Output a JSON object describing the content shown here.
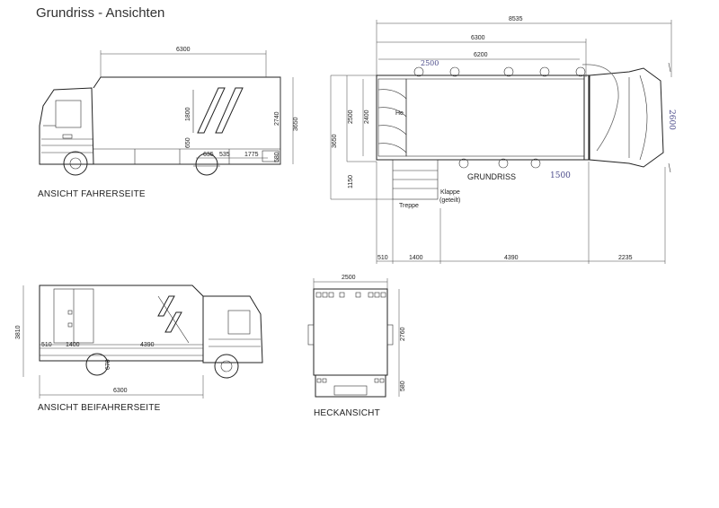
{
  "title": "Grundriss - Ansichten",
  "views": {
    "driver_side": {
      "caption": "ANSICHT FAHRERSEITE",
      "dims": {
        "length": "6300",
        "h1": "1800",
        "h2": "650",
        "h3": "2740",
        "h4": "3650",
        "d1": "635",
        "d2": "535",
        "d3": "1775",
        "d4": "580"
      }
    },
    "passenger_side": {
      "caption": "ANSICHT BEIFAHRERSEITE",
      "dims": {
        "height": "3810",
        "d1": "510",
        "d2": "1400",
        "d3": "4390",
        "d4": "670",
        "length": "6300"
      }
    },
    "rear": {
      "caption": "HECKANSICHT",
      "dims": {
        "width": "2500",
        "height": "2760",
        "bottom": "580"
      }
    },
    "plan": {
      "caption": "GRUNDRISS",
      "dims": {
        "total": "8535",
        "body": "6300",
        "inner": "6200",
        "h_total": "3650",
        "h_body": "2500",
        "h_inner": "2400",
        "h_low": "1150",
        "b1": "510",
        "b2": "1400",
        "b3": "4390",
        "b4": "2235"
      },
      "labels": {
        "flap": "Klappe",
        "flap2": "(geteilt)",
        "stairs": "Treppe",
        "he": "He"
      },
      "handwritten": {
        "top": "2500",
        "right": "2600",
        "bottom": "1500"
      }
    }
  }
}
